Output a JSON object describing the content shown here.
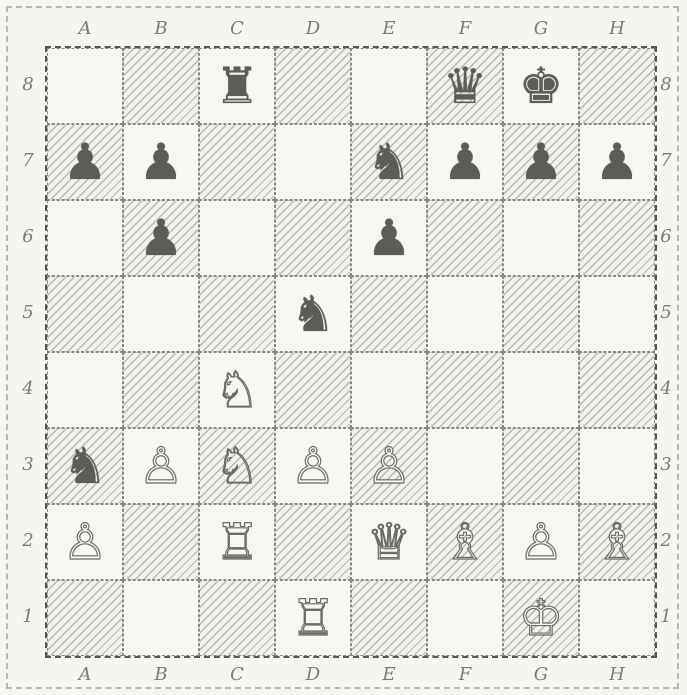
{
  "files": [
    "A",
    "B",
    "C",
    "D",
    "E",
    "F",
    "G",
    "H"
  ],
  "ranks": [
    "8",
    "7",
    "6",
    "5",
    "4",
    "3",
    "2",
    "1"
  ],
  "board": [
    [
      "",
      "",
      "r",
      "",
      "",
      "q",
      "k",
      ""
    ],
    [
      "p",
      "p",
      "",
      "",
      "n",
      "p",
      "p",
      "p"
    ],
    [
      "",
      "p",
      "",
      "",
      "p",
      "",
      "",
      ""
    ],
    [
      "",
      "",
      "",
      "n",
      "",
      "",
      "",
      ""
    ],
    [
      "",
      "",
      "N",
      "",
      "",
      "",
      "",
      ""
    ],
    [
      "n",
      "P",
      "N",
      "P",
      "P",
      "",
      "",
      ""
    ],
    [
      "P",
      "",
      "R",
      "",
      "Q",
      "B",
      "P",
      "B"
    ],
    [
      "",
      "",
      "",
      "R",
      "",
      "",
      "K",
      ""
    ]
  ],
  "glyphs": {
    "k": "♚",
    "q": "♛",
    "r": "♜",
    "b": "♝",
    "n": "♞",
    "p": "♟",
    "K": "♔",
    "Q": "♕",
    "R": "♖",
    "B": "♗",
    "N": "♘",
    "P": "♙"
  },
  "piece_names": {
    "k": "black-king-icon",
    "q": "black-queen-icon",
    "r": "black-rook-icon",
    "b": "black-bishop-icon",
    "n": "black-knight-icon",
    "p": "black-pawn-icon",
    "K": "white-king-icon",
    "Q": "white-queen-icon",
    "R": "white-rook-icon",
    "B": "white-bishop-icon",
    "N": "white-knight-icon",
    "P": "white-pawn-icon"
  }
}
